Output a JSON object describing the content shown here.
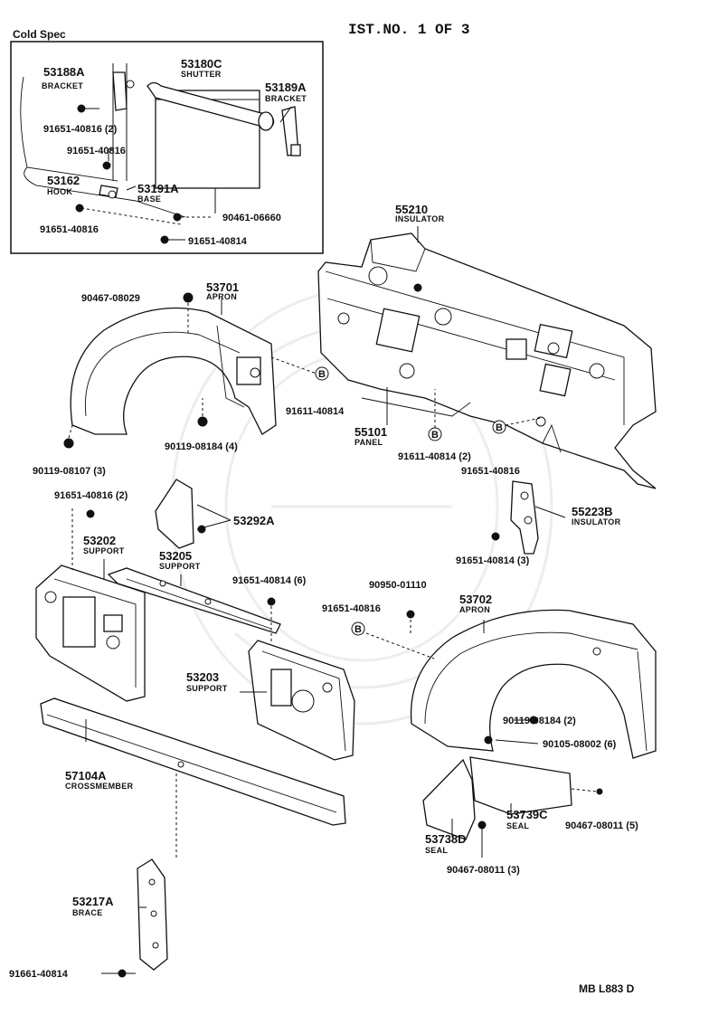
{
  "header": {
    "title": "IST.NO. 1 OF 3",
    "inset_title": "Cold Spec",
    "code": "MB  L883 D"
  },
  "marker_letter": "B",
  "parts": {
    "p53188A": {
      "num": "53188A",
      "name": "BRACKET"
    },
    "p53180C": {
      "num": "53180C",
      "name": "SHUTTER"
    },
    "p53189A": {
      "num": "53189A",
      "name": "BRACKET"
    },
    "p53162": {
      "num": "53162",
      "name": "HOOK"
    },
    "p53191A": {
      "num": "53191A",
      "name": "BASE"
    },
    "p55210": {
      "num": "55210",
      "name": "INSULATOR"
    },
    "p53701": {
      "num": "53701",
      "name": "APRON"
    },
    "p55101": {
      "num": "55101",
      "name": "PANEL"
    },
    "p55223B": {
      "num": "55223B",
      "name": "INSULATOR"
    },
    "p53292A": {
      "num": "53292A"
    },
    "p53202": {
      "num": "53202",
      "name": "SUPPORT"
    },
    "p53205": {
      "num": "53205",
      "name": "SUPPORT"
    },
    "p53702": {
      "num": "53702",
      "name": "APRON"
    },
    "p53203": {
      "num": "53203",
      "name": "SUPPORT"
    },
    "p57104A": {
      "num": "57104A",
      "name": "CROSSMEMBER"
    },
    "p53739C": {
      "num": "53739C",
      "name": "SEAL"
    },
    "p53738D": {
      "num": "53738D",
      "name": "SEAL"
    },
    "p53217A": {
      "num": "53217A",
      "name": "BRACE"
    }
  },
  "bolts": {
    "b1": "91651-40816 (2)",
    "b2": "91651-40816",
    "b3": "90461-06660",
    "b4": "91651-40816",
    "b5": "91651-40814",
    "b6": "90467-08029",
    "b7": "91611-40814",
    "b8": "90119-08184 (4)",
    "b9": "90119-08107 (3)",
    "b10": "91611-40814 (2)",
    "b11": "91651-40816",
    "b12": "91651-40816 (2)",
    "b13": "91651-40814 (3)",
    "b14": "91651-40814 (6)",
    "b15": "90950-01110",
    "b16": "91651-40816",
    "b17": "90119-08184 (2)",
    "b18": "90105-08002 (6)",
    "b19": "90467-08011 (5)",
    "b20": "90467-08011 (3)",
    "b21": "91661-40814"
  }
}
